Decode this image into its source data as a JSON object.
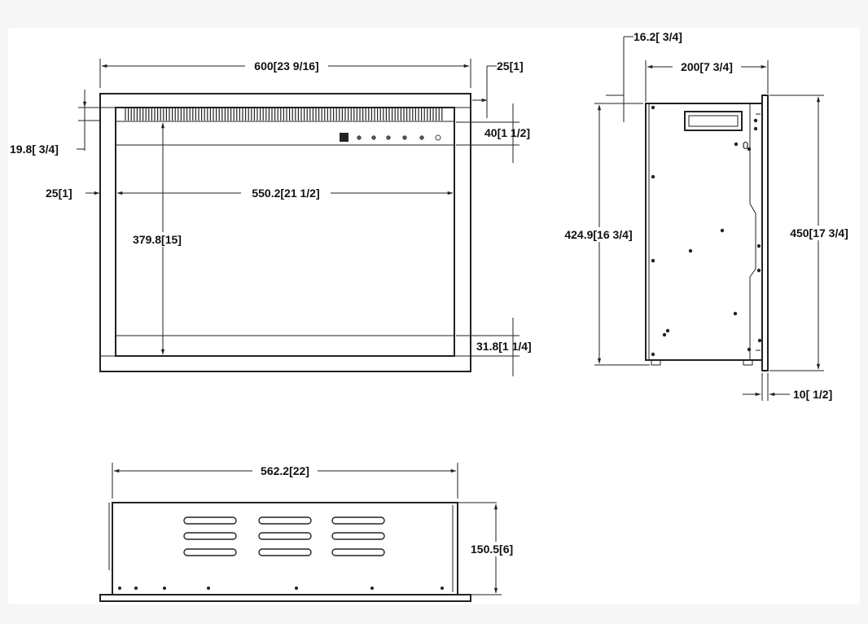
{
  "front_view": {
    "overall_width": "600[23 9/16]",
    "side_frame": "25[1]",
    "top_offset": "19.8[ 3/4]",
    "header_band": "40[1 1/2]",
    "left_frame": "25[1]",
    "opening_width": "550.2[21 1/2]",
    "opening_height": "379.8[15]",
    "bottom_band": "31.8[1 1/4]"
  },
  "side_view": {
    "top_offset": "16.2[ 3/4]",
    "depth": "200[7 3/4]",
    "body_height": "424.9[16 3/4]",
    "overall_height": "450[17 3/4]",
    "flange": "10[ 1/2]",
    "panel_mark": "0"
  },
  "top_view": {
    "width": "562.2[22]",
    "depth": "150.5[6]"
  }
}
